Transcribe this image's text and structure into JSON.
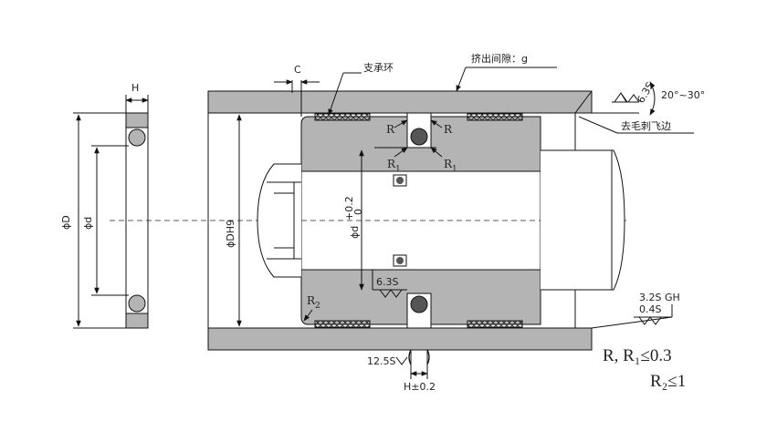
{
  "labels": {
    "h_ring": "H",
    "phi_D": "ϕD",
    "phi_d": "ϕd",
    "c": "C",
    "support_ring": "支承环",
    "extrusion_gap": "挤出间隙：g",
    "angle": "20°~30°",
    "roughness_63": "6.3S",
    "deburr": "去毛刺飞边",
    "r_left": "R",
    "r_right": "R",
    "r1_left_main": "R",
    "r1_left_sub": "1",
    "r1_right_main": "R",
    "r1_right_sub": "1",
    "phi_dh9": "ϕDH9",
    "phi_d_bore": "ϕd",
    "tol_upper": "+0.2",
    "tol_lower": "0",
    "groove_roughness": "6.3S",
    "r2_main": "R",
    "r2_sub": "2",
    "surf_32": "3.2S  GH",
    "surf_04": "0.4S",
    "roughness_125": "12.5S",
    "groove_width": "H±0.2",
    "note_line1": "R, R₁≤0.3",
    "note_line2": "R₂≤1"
  },
  "colors": {
    "fill_gray": "#b4b4b4",
    "stroke": "#111111"
  }
}
